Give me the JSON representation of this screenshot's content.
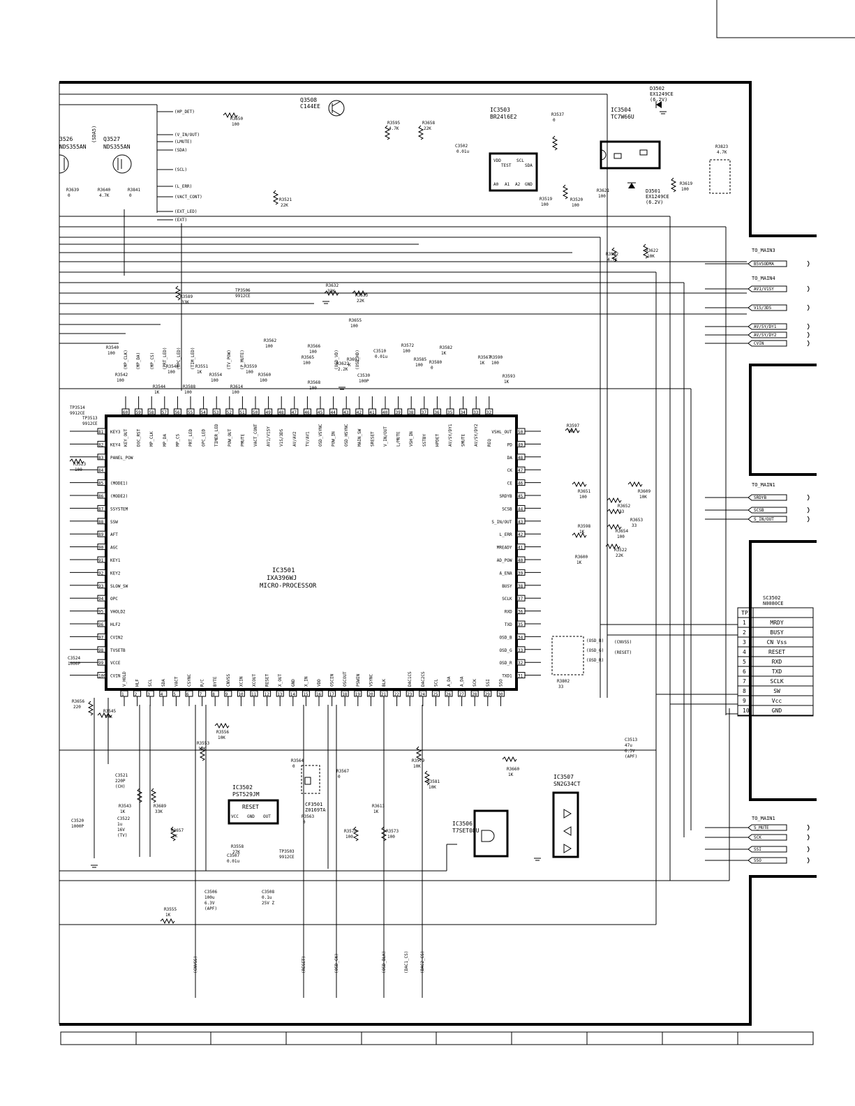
{
  "ic3501": {
    "ref": "IC3501",
    "part": "IXA396WJ",
    "desc": "MICRO-PROCESSOR"
  },
  "ic3503": {
    "ref": "IC3503",
    "part": "BR24l6E2",
    "pins_top": [
      "VDD",
      "TEST",
      "SCL",
      "SDA"
    ],
    "pins_bot": [
      "A0",
      "A1",
      "A2",
      "GND"
    ]
  },
  "ic3504": {
    "ref": "IC3504",
    "part": "TC7W66U"
  },
  "ic3502": {
    "ref": "IC3502",
    "part": "PST529JM",
    "title": "RESET",
    "pins": [
      "VCC",
      "GND",
      "OUT"
    ]
  },
  "ic3506": {
    "ref": "IC3506",
    "part": "T7SET08U"
  },
  "ic3507": {
    "ref": "IC3507",
    "part": "SN2G34CT"
  },
  "q3508": {
    "ref": "Q3508",
    "part": "C144EE"
  },
  "q3527": {
    "ref": "Q3527",
    "part": "NDS355AN"
  },
  "q3526": {
    "ref": "3526",
    "part": "NDS355AN"
  },
  "d3502": {
    "ref": "D3502",
    "part": "EX1249CE",
    "v": "(6.2V)"
  },
  "d3501": {
    "ref": "D3501",
    "part": "EX1249CE",
    "v": "(6.2V)"
  },
  "cf3501": {
    "ref": "CF3501",
    "part": "Z0169TA"
  },
  "sc3502": {
    "ref": "SC3502",
    "part": "N0080CE",
    "tp": "TP1",
    "rows": [
      [
        "1",
        "MRDY"
      ],
      [
        "2",
        "BUSY"
      ],
      [
        "3",
        "CN Vss"
      ],
      [
        "4",
        "RESET"
      ],
      [
        "5",
        "RXD"
      ],
      [
        "6",
        "TXD"
      ],
      [
        "7",
        "SCLK"
      ],
      [
        "8",
        "SW"
      ],
      [
        "9",
        "Vcc"
      ],
      [
        "10",
        "GND"
      ]
    ]
  },
  "pins_top": [
    [
      "60",
      "KEY_OUT"
    ],
    [
      "59",
      "DOC_RST"
    ],
    [
      "58",
      "MP_CLK"
    ],
    [
      "57",
      "MP_DA"
    ],
    [
      "56",
      "MP_CS"
    ],
    [
      "55",
      "PRT_LED"
    ],
    [
      "54",
      "OPC_LED"
    ],
    [
      "53",
      "TIMER_LED"
    ],
    [
      "52",
      "POW_OUT"
    ],
    [
      "51",
      "PMUTE"
    ],
    [
      "50",
      "VACT_CONT"
    ],
    [
      "49",
      "AV1/V1SY"
    ],
    [
      "48",
      "V1S/3DS"
    ],
    [
      "47",
      "AV/AV2"
    ],
    [
      "46",
      "TV/AV1"
    ],
    [
      "45",
      "OSD_VSYNC"
    ],
    [
      "44",
      "POW_IN"
    ],
    [
      "43",
      "OSD_HSYNC"
    ],
    [
      "42",
      "MAIN_SW"
    ],
    [
      "41",
      "SRESET"
    ],
    [
      "40",
      "V_IN/OUT"
    ],
    [
      "39",
      "L/MUTE"
    ],
    [
      "38",
      "VSH_IN"
    ],
    [
      "37",
      "SSTBY"
    ],
    [
      "36",
      "HPDET"
    ],
    [
      "35",
      "AV/SY/DY1"
    ],
    [
      "34",
      "SMUTE"
    ],
    [
      "33",
      "AV/SY/DY2"
    ],
    [
      "32",
      "REQ"
    ]
  ],
  "pins_left": [
    [
      "81",
      "KEY3"
    ],
    [
      "82",
      "KEY4"
    ],
    [
      "83",
      "PANEL_POW"
    ],
    [
      "84",
      ""
    ],
    [
      "85",
      "(MODE1)"
    ],
    [
      "86",
      "(MODE2)"
    ],
    [
      "87",
      "SSYSTEM"
    ],
    [
      "88",
      "SSW"
    ],
    [
      "89",
      "AFT"
    ],
    [
      "90",
      "AGC"
    ],
    [
      "91",
      "KEY1"
    ],
    [
      "92",
      "KEY2"
    ],
    [
      "93",
      "SLOW_SW"
    ],
    [
      "94",
      "OPC"
    ],
    [
      "95",
      "VHOLD2"
    ],
    [
      "96",
      "HLF2"
    ],
    [
      "97",
      "CVIN2"
    ],
    [
      "98",
      "TVSETB"
    ],
    [
      "99",
      "VCCE"
    ],
    [
      "100",
      "CVIN"
    ]
  ],
  "pins_right": [
    [
      "50",
      "VSHL_OUT"
    ],
    [
      "49",
      "PD"
    ],
    [
      "48",
      "DA"
    ],
    [
      "47",
      "CK"
    ],
    [
      "46",
      "CE"
    ],
    [
      "45",
      "SRDYB"
    ],
    [
      "44",
      "SCSB"
    ],
    [
      "43",
      "S_IN/OUT"
    ],
    [
      "42",
      "L_ERR"
    ],
    [
      "41",
      "MREADY"
    ],
    [
      "40",
      "AD_POW"
    ],
    [
      "39",
      "A_ENA"
    ],
    [
      "38",
      "BUSY"
    ],
    [
      "37",
      "SCLK"
    ],
    [
      "36",
      "RXD"
    ],
    [
      "35",
      "TXD"
    ],
    [
      "34",
      "OSD_B"
    ],
    [
      "33",
      "OSD_G"
    ],
    [
      "32",
      "OSD_R"
    ],
    [
      "31",
      "TXD1"
    ]
  ],
  "pins_bottom": [
    [
      "1",
      "V_HOLD"
    ],
    [
      "2",
      "HLF"
    ],
    [
      "3",
      "SCL"
    ],
    [
      "4",
      "SDA"
    ],
    [
      "5",
      "VACT"
    ],
    [
      "6",
      "CSYNC"
    ],
    [
      "7",
      "R/C"
    ],
    [
      "8",
      "BYTE"
    ],
    [
      "9",
      "CNVSS"
    ],
    [
      "10",
      "XCIN"
    ],
    [
      "11",
      "XCOUT"
    ],
    [
      "12",
      "RESET"
    ],
    [
      "13",
      "X_OUT"
    ],
    [
      "14",
      "GND"
    ],
    [
      "15",
      "X_IN"
    ],
    [
      "16",
      "VDD"
    ],
    [
      "17",
      "OSCIN"
    ],
    [
      "18",
      "OSCOUT"
    ],
    [
      "19",
      "PSWIN"
    ],
    [
      "20",
      "VSYNC"
    ],
    [
      "21",
      "BLK"
    ],
    [
      "22",
      ""
    ],
    [
      "23",
      "DAC1CS"
    ],
    [
      "24",
      "DAC2CS"
    ],
    [
      "25",
      "SCL"
    ],
    [
      "26",
      "A_DA"
    ],
    [
      "27",
      "A_DA"
    ],
    [
      "28",
      "SCK"
    ],
    [
      "29",
      "SSI"
    ],
    [
      "30",
      "SSO"
    ]
  ],
  "signals_top": [
    "(HP_DET)",
    "(V_IN/OUT)",
    "(LMUTE)",
    "(SDA)",
    "(SCL)",
    "(L_ERR)",
    "(VACT_CONT)",
    "(EXT_LED)",
    "(EXT)"
  ],
  "to_main3": {
    "title": "TO_MAIN3",
    "items": [
      "B5VSODMA"
    ]
  },
  "to_main4": {
    "title": "TO_MAIN4",
    "items": [
      "AV1/V1SY",
      "V1S/3DS",
      "AV/SY/DY1",
      "AV/SY/DY2",
      "CVIN"
    ]
  },
  "to_main1a": {
    "title": "TO_MAIN1",
    "items": [
      "SRDYB",
      "SCSB",
      "S_IN/OUT"
    ]
  },
  "to_main1b": {
    "title": "TO_MAIN1",
    "items": [
      "S_MUTE",
      "SCK",
      "SSI",
      "SSO"
    ]
  },
  "bottom_signals": [
    "(CNVSS)",
    "(RESET)",
    "(OSD_CK)",
    "(OSD_BLK)",
    "(DAC1_CS)",
    "(DAC2_CS)"
  ],
  "osd_labels": [
    "(OSD_B)",
    "(OSD_G)",
    "(OSD_R)",
    "(CNVSS)",
    "(RESET)"
  ],
  "side_top_vert": [
    "(SDA5)"
  ],
  "top_pin_signals": [
    "(MP_CLK)",
    "(MP_DA)",
    "(MP_CS)",
    "(PRT_LED)",
    "(OPC_LED)",
    "(TIM_LED)",
    "(TV_POW)",
    "(P_MUTE)",
    "(OSD_VD)",
    "(OSD_HD)"
  ],
  "parts": [
    [
      "R3650",
      "100"
    ],
    [
      "R3595",
      "4.7K"
    ],
    [
      "R3658",
      "22K"
    ],
    [
      "C3502",
      "0.01u"
    ],
    [
      "R3537",
      "0"
    ],
    [
      "R3639",
      "0"
    ],
    [
      "R3640",
      "4.7K"
    ],
    [
      "R3841",
      "0"
    ],
    [
      "R3521",
      "22K"
    ],
    [
      "R3519",
      "100"
    ],
    [
      "R3520",
      "100"
    ],
    [
      "R3621",
      "100"
    ],
    [
      "R3619",
      "100"
    ],
    [
      "R3823",
      "4.7K"
    ],
    [
      "R3592",
      "4.7K"
    ],
    [
      "R3622",
      "10K"
    ],
    [
      "R3632",
      "33K"
    ],
    [
      "R3633",
      "22K"
    ],
    [
      "R3655",
      "100"
    ],
    [
      "R3589",
      "33K"
    ],
    [
      "R3540",
      "100"
    ],
    [
      "R3542",
      "100"
    ],
    [
      "R3544",
      "1K"
    ],
    [
      "R3546",
      "100"
    ],
    [
      "R3588",
      "100"
    ],
    [
      "R3551",
      "1K"
    ],
    [
      "R3554",
      "100"
    ],
    [
      "R3614",
      "100"
    ],
    [
      "R3559",
      "100"
    ],
    [
      "R3560",
      "100"
    ],
    [
      "R3562",
      "100"
    ],
    [
      "R3565",
      "100"
    ],
    [
      "R3566",
      "100"
    ],
    [
      "R3568",
      "100"
    ],
    [
      "R3691",
      "K"
    ],
    [
      "R3622b",
      "2.2K"
    ],
    [
      "C3530",
      "100P"
    ],
    [
      "C3510",
      "0.01u"
    ],
    [
      "R3572",
      "100"
    ],
    [
      "R3585",
      "100"
    ],
    [
      "R3580",
      "0"
    ],
    [
      "R3582",
      "1K"
    ],
    [
      "R3567",
      "1K"
    ],
    [
      "R3590",
      "100"
    ],
    [
      "R3593",
      "1K"
    ],
    [
      "R3597",
      "1K"
    ],
    [
      "R3651",
      "100"
    ],
    [
      "R3609",
      "10K"
    ],
    [
      "R3652",
      "33"
    ],
    [
      "R3653",
      "33"
    ],
    [
      "R3654",
      "100"
    ],
    [
      "R3598",
      "1K"
    ],
    [
      "R3522",
      "22K"
    ],
    [
      "R3600",
      "1K"
    ],
    [
      "R3523",
      "100"
    ],
    [
      "R3545",
      "10K"
    ],
    [
      "R3556",
      "10K"
    ],
    [
      "R3553",
      "10K"
    ],
    [
      "R3564",
      "0"
    ],
    [
      "R3567b",
      "0"
    ],
    [
      "R3579",
      "10K"
    ],
    [
      "R3581",
      "10K"
    ],
    [
      "R3660",
      "1K"
    ],
    [
      "R3563",
      "0"
    ],
    [
      "R3558",
      "27K"
    ],
    [
      "R3613",
      "1K"
    ],
    [
      "R3570",
      "100"
    ],
    [
      "R3573",
      "100"
    ],
    [
      "R3543",
      "1K"
    ],
    [
      "R3689",
      "33K"
    ],
    [
      "R3657",
      "1K"
    ],
    [
      "R3656",
      "220"
    ],
    [
      "R3555",
      "1K"
    ],
    [
      "R3802",
      "33"
    ]
  ],
  "caps": [
    [
      "C3521",
      "220P",
      "(CH)"
    ],
    [
      "C3522",
      "1u",
      "16V",
      "(TV)"
    ],
    [
      "C3520",
      "1000P"
    ],
    [
      "C3524",
      "1000P"
    ],
    [
      "C3506",
      "100u",
      "6.3V",
      "(APF)"
    ],
    [
      "C3507",
      "0.01u"
    ],
    [
      "C3508",
      "0.1u",
      "25V Z"
    ],
    [
      "C3513",
      "47u",
      "6.3V",
      "(APF)"
    ]
  ],
  "tps": [
    [
      "TP3514",
      "9912CE"
    ],
    [
      "TP3513",
      "9912CE"
    ],
    [
      "TP3506",
      "9912CE"
    ],
    [
      "TP3503",
      "9912CE"
    ]
  ]
}
